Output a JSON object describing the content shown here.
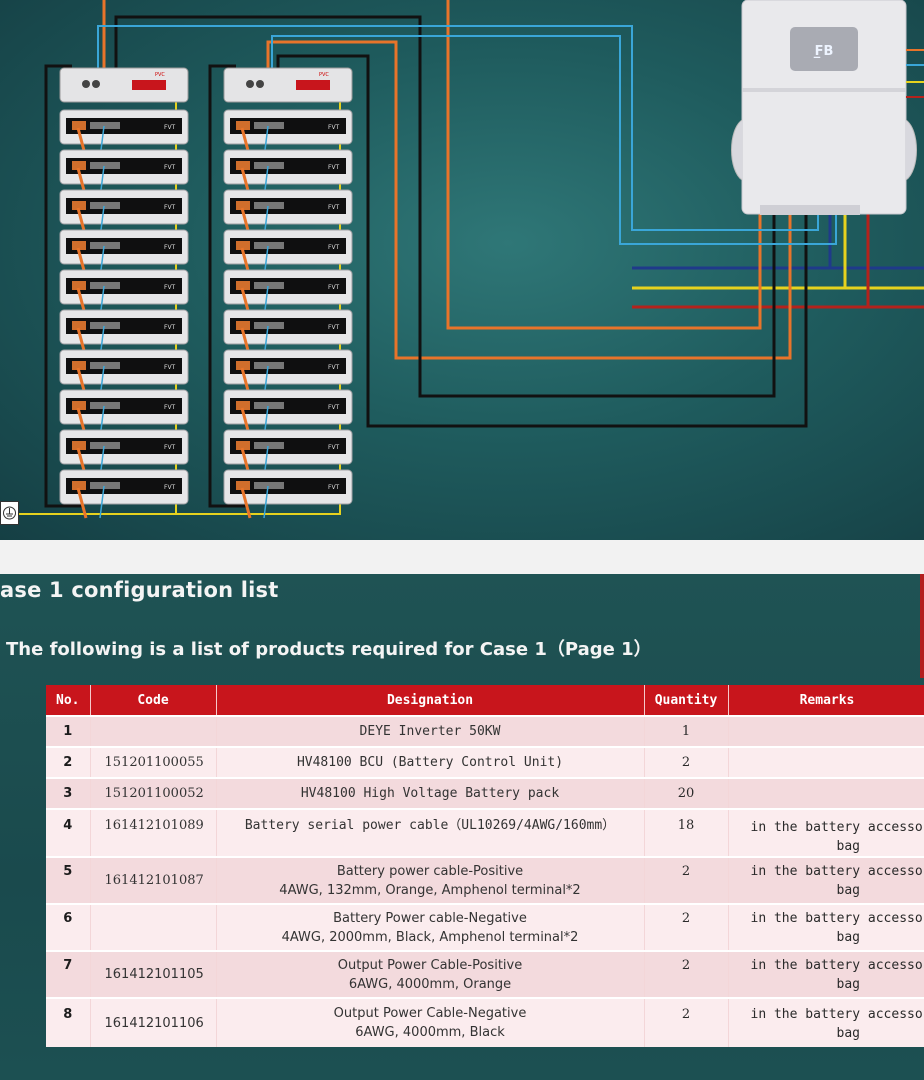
{
  "diagram": {
    "inverter_logo": "F̲B",
    "module_tag": "FVT",
    "bcu_tag": "PVC"
  },
  "header": {
    "title": "ase 1 configuration list",
    "subtitle": "The following is a list of products required for Case 1（Page 1）"
  },
  "table": {
    "columns": [
      "No.",
      "Code",
      "Designation",
      "Quantity",
      "Remarks"
    ],
    "rows": [
      {
        "no": "1",
        "code": "",
        "designation": [
          "DEYE Inverter 50KW"
        ],
        "quantity": "1",
        "remarks": [
          "",
          ""
        ]
      },
      {
        "no": "2",
        "code": "151201100055",
        "designation": [
          "HV48100 BCU (Battery Control Unit)"
        ],
        "quantity": "2",
        "remarks": [
          "",
          ""
        ]
      },
      {
        "no": "3",
        "code": "151201100052",
        "designation": [
          "HV48100 High Voltage Battery pack"
        ],
        "quantity": "20",
        "remarks": [
          "",
          ""
        ]
      },
      {
        "no": "4",
        "code": "161412101089",
        "designation": [
          "Battery serial power cable（UL10269/4AWG/160mm）"
        ],
        "quantity": "18",
        "remarks": [
          "in the battery accesso",
          "bag"
        ]
      },
      {
        "no": "5",
        "code": "161412101087",
        "designation": [
          "Battery power cable-Positive",
          "4AWG, 132mm, Orange, Amphenol terminal*2"
        ],
        "quantity": "2",
        "remarks": [
          "in the battery accesso",
          "bag"
        ]
      },
      {
        "no": "6",
        "code": "",
        "designation": [
          "Battery Power cable-Negative",
          "4AWG, 2000mm, Black, Amphenol terminal*2"
        ],
        "quantity": "2",
        "remarks": [
          "in the battery accesso",
          "bag"
        ]
      },
      {
        "no": "7",
        "code": "161412101105",
        "designation": [
          "Output Power Cable-Positive",
          "6AWG, 4000mm, Orange"
        ],
        "quantity": "2",
        "remarks": [
          "in the battery accesso",
          "bag"
        ]
      },
      {
        "no": "8",
        "code": "161412101106",
        "designation": [
          "Output Power Cable-Negative",
          "6AWG, 4000mm, Black"
        ],
        "quantity": "2",
        "remarks": [
          "in the battery accesso",
          "bag"
        ]
      }
    ]
  },
  "colors": {
    "header_red": "#c8151c",
    "row_odd": "#f3dadd",
    "row_even": "#fbecee",
    "cable_orange": "#e8742a",
    "cable_blue": "#3aa6d8",
    "cable_black": "#111111",
    "cable_yellow": "#e6d21e",
    "cable_red": "#b4221c",
    "cable_navy": "#1f3a8a"
  }
}
